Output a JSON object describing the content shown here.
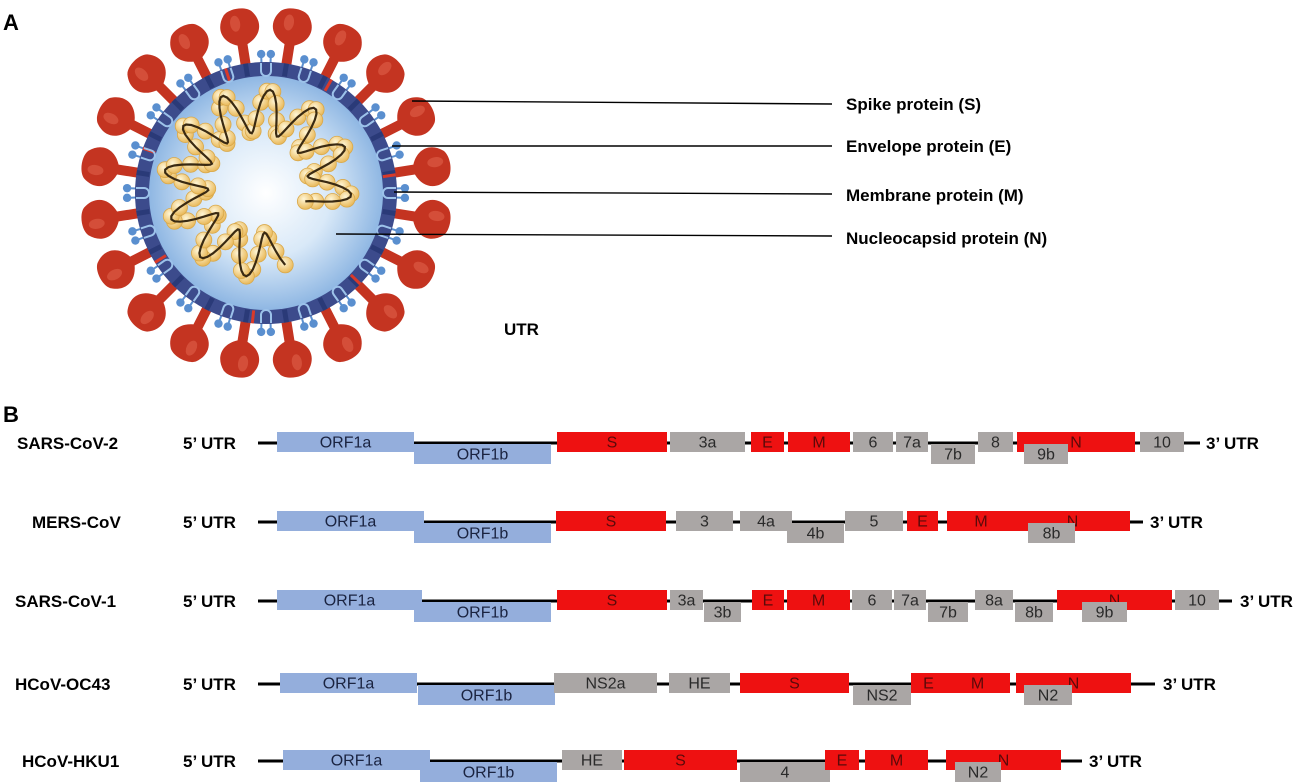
{
  "panels": {
    "a": "A",
    "b": "B"
  },
  "virion": {
    "labels": [
      {
        "id": "spike",
        "text": "Spike protein (S)"
      },
      {
        "id": "envelope",
        "text": "Envelope protein (E)"
      },
      {
        "id": "membrane",
        "text": "Membrane protein (M)"
      },
      {
        "id": "nucleocapsid",
        "text": "Nucleocapsid protein (N)"
      }
    ],
    "stray_label": "UTR"
  },
  "colors": {
    "orf": "#94aedc",
    "structural": "#ee1111",
    "accessory": "#aaa6a5",
    "envelope_ring": "#3c4b8c",
    "lumen": "#c8dff5",
    "spike": "#c43421",
    "membrane_dot": "#5a8fcf",
    "rna": "#f0c870"
  },
  "genomes": [
    {
      "name": "SARS-CoV-2",
      "utr5": "5’ UTR",
      "utr3": "3’ UTR",
      "genes": [
        {
          "label": "ORF1a",
          "kind": "orf",
          "level": "up"
        },
        {
          "label": "ORF1b",
          "kind": "orf",
          "level": "down"
        },
        {
          "label": "S",
          "kind": "structural",
          "level": "up"
        },
        {
          "label": "3a",
          "kind": "accessory",
          "level": "up"
        },
        {
          "label": "E",
          "kind": "structural",
          "level": "up"
        },
        {
          "label": "M",
          "kind": "structural",
          "level": "up"
        },
        {
          "label": "6",
          "kind": "accessory",
          "level": "up"
        },
        {
          "label": "7a",
          "kind": "accessory",
          "level": "up"
        },
        {
          "label": "7b",
          "kind": "accessory",
          "level": "down"
        },
        {
          "label": "8",
          "kind": "accessory",
          "level": "up"
        },
        {
          "label": "N",
          "kind": "structural",
          "level": "up"
        },
        {
          "label": "9b",
          "kind": "accessory",
          "level": "down"
        },
        {
          "label": "10",
          "kind": "accessory",
          "level": "up"
        }
      ]
    },
    {
      "name": "MERS-CoV",
      "utr5": "5’ UTR",
      "utr3": "3’ UTR",
      "genes": [
        {
          "label": "ORF1a",
          "kind": "orf",
          "level": "up"
        },
        {
          "label": "ORF1b",
          "kind": "orf",
          "level": "down"
        },
        {
          "label": "S",
          "kind": "structural",
          "level": "up"
        },
        {
          "label": "3",
          "kind": "accessory",
          "level": "up"
        },
        {
          "label": "4a",
          "kind": "accessory",
          "level": "up"
        },
        {
          "label": "4b",
          "kind": "accessory",
          "level": "down"
        },
        {
          "label": "5",
          "kind": "accessory",
          "level": "up"
        },
        {
          "label": "E",
          "kind": "structural",
          "level": "up"
        },
        {
          "label": "M",
          "kind": "structural",
          "level": "up"
        },
        {
          "label": "N",
          "kind": "structural",
          "level": "up"
        },
        {
          "label": "8b",
          "kind": "accessory",
          "level": "down"
        }
      ]
    },
    {
      "name": "SARS-CoV-1",
      "utr5": "5’ UTR",
      "utr3": "3’ UTR",
      "genes": [
        {
          "label": "ORF1a",
          "kind": "orf",
          "level": "up"
        },
        {
          "label": "ORF1b",
          "kind": "orf",
          "level": "down"
        },
        {
          "label": "S",
          "kind": "structural",
          "level": "up"
        },
        {
          "label": "3a",
          "kind": "accessory",
          "level": "up"
        },
        {
          "label": "3b",
          "kind": "accessory",
          "level": "down"
        },
        {
          "label": "E",
          "kind": "structural",
          "level": "up"
        },
        {
          "label": "M",
          "kind": "structural",
          "level": "up"
        },
        {
          "label": "6",
          "kind": "accessory",
          "level": "up"
        },
        {
          "label": "7a",
          "kind": "accessory",
          "level": "up"
        },
        {
          "label": "7b",
          "kind": "accessory",
          "level": "down"
        },
        {
          "label": "8a",
          "kind": "accessory",
          "level": "up"
        },
        {
          "label": "8b",
          "kind": "accessory",
          "level": "down"
        },
        {
          "label": "N",
          "kind": "structural",
          "level": "up"
        },
        {
          "label": "9b",
          "kind": "accessory",
          "level": "down"
        },
        {
          "label": "10",
          "kind": "accessory",
          "level": "up"
        }
      ]
    },
    {
      "name": "HCoV-OC43",
      "utr5": "5’ UTR",
      "utr3": "3’ UTR",
      "genes": [
        {
          "label": "ORF1a",
          "kind": "orf",
          "level": "up"
        },
        {
          "label": "ORF1b",
          "kind": "orf",
          "level": "down"
        },
        {
          "label": "NS2a",
          "kind": "accessory",
          "level": "up"
        },
        {
          "label": "HE",
          "kind": "accessory",
          "level": "up"
        },
        {
          "label": "S",
          "kind": "structural",
          "level": "up"
        },
        {
          "label": "NS2",
          "kind": "accessory",
          "level": "down"
        },
        {
          "label": "E",
          "kind": "structural",
          "level": "up"
        },
        {
          "label": "M",
          "kind": "structural",
          "level": "up"
        },
        {
          "label": "N",
          "kind": "structural",
          "level": "up"
        },
        {
          "label": "N2",
          "kind": "accessory",
          "level": "down"
        }
      ]
    },
    {
      "name": "HCoV-HKU1",
      "utr5": "5’ UTR",
      "utr3": "3’ UTR",
      "genes": [
        {
          "label": "ORF1a",
          "kind": "orf",
          "level": "up"
        },
        {
          "label": "ORF1b",
          "kind": "orf",
          "level": "down"
        },
        {
          "label": "HE",
          "kind": "accessory",
          "level": "up"
        },
        {
          "label": "S",
          "kind": "structural",
          "level": "up"
        },
        {
          "label": "4",
          "kind": "accessory",
          "level": "down"
        },
        {
          "label": "E",
          "kind": "structural",
          "level": "up"
        },
        {
          "label": "M",
          "kind": "structural",
          "level": "up"
        },
        {
          "label": "N",
          "kind": "structural",
          "level": "up"
        },
        {
          "label": "N2",
          "kind": "accessory",
          "level": "down"
        }
      ]
    }
  ]
}
